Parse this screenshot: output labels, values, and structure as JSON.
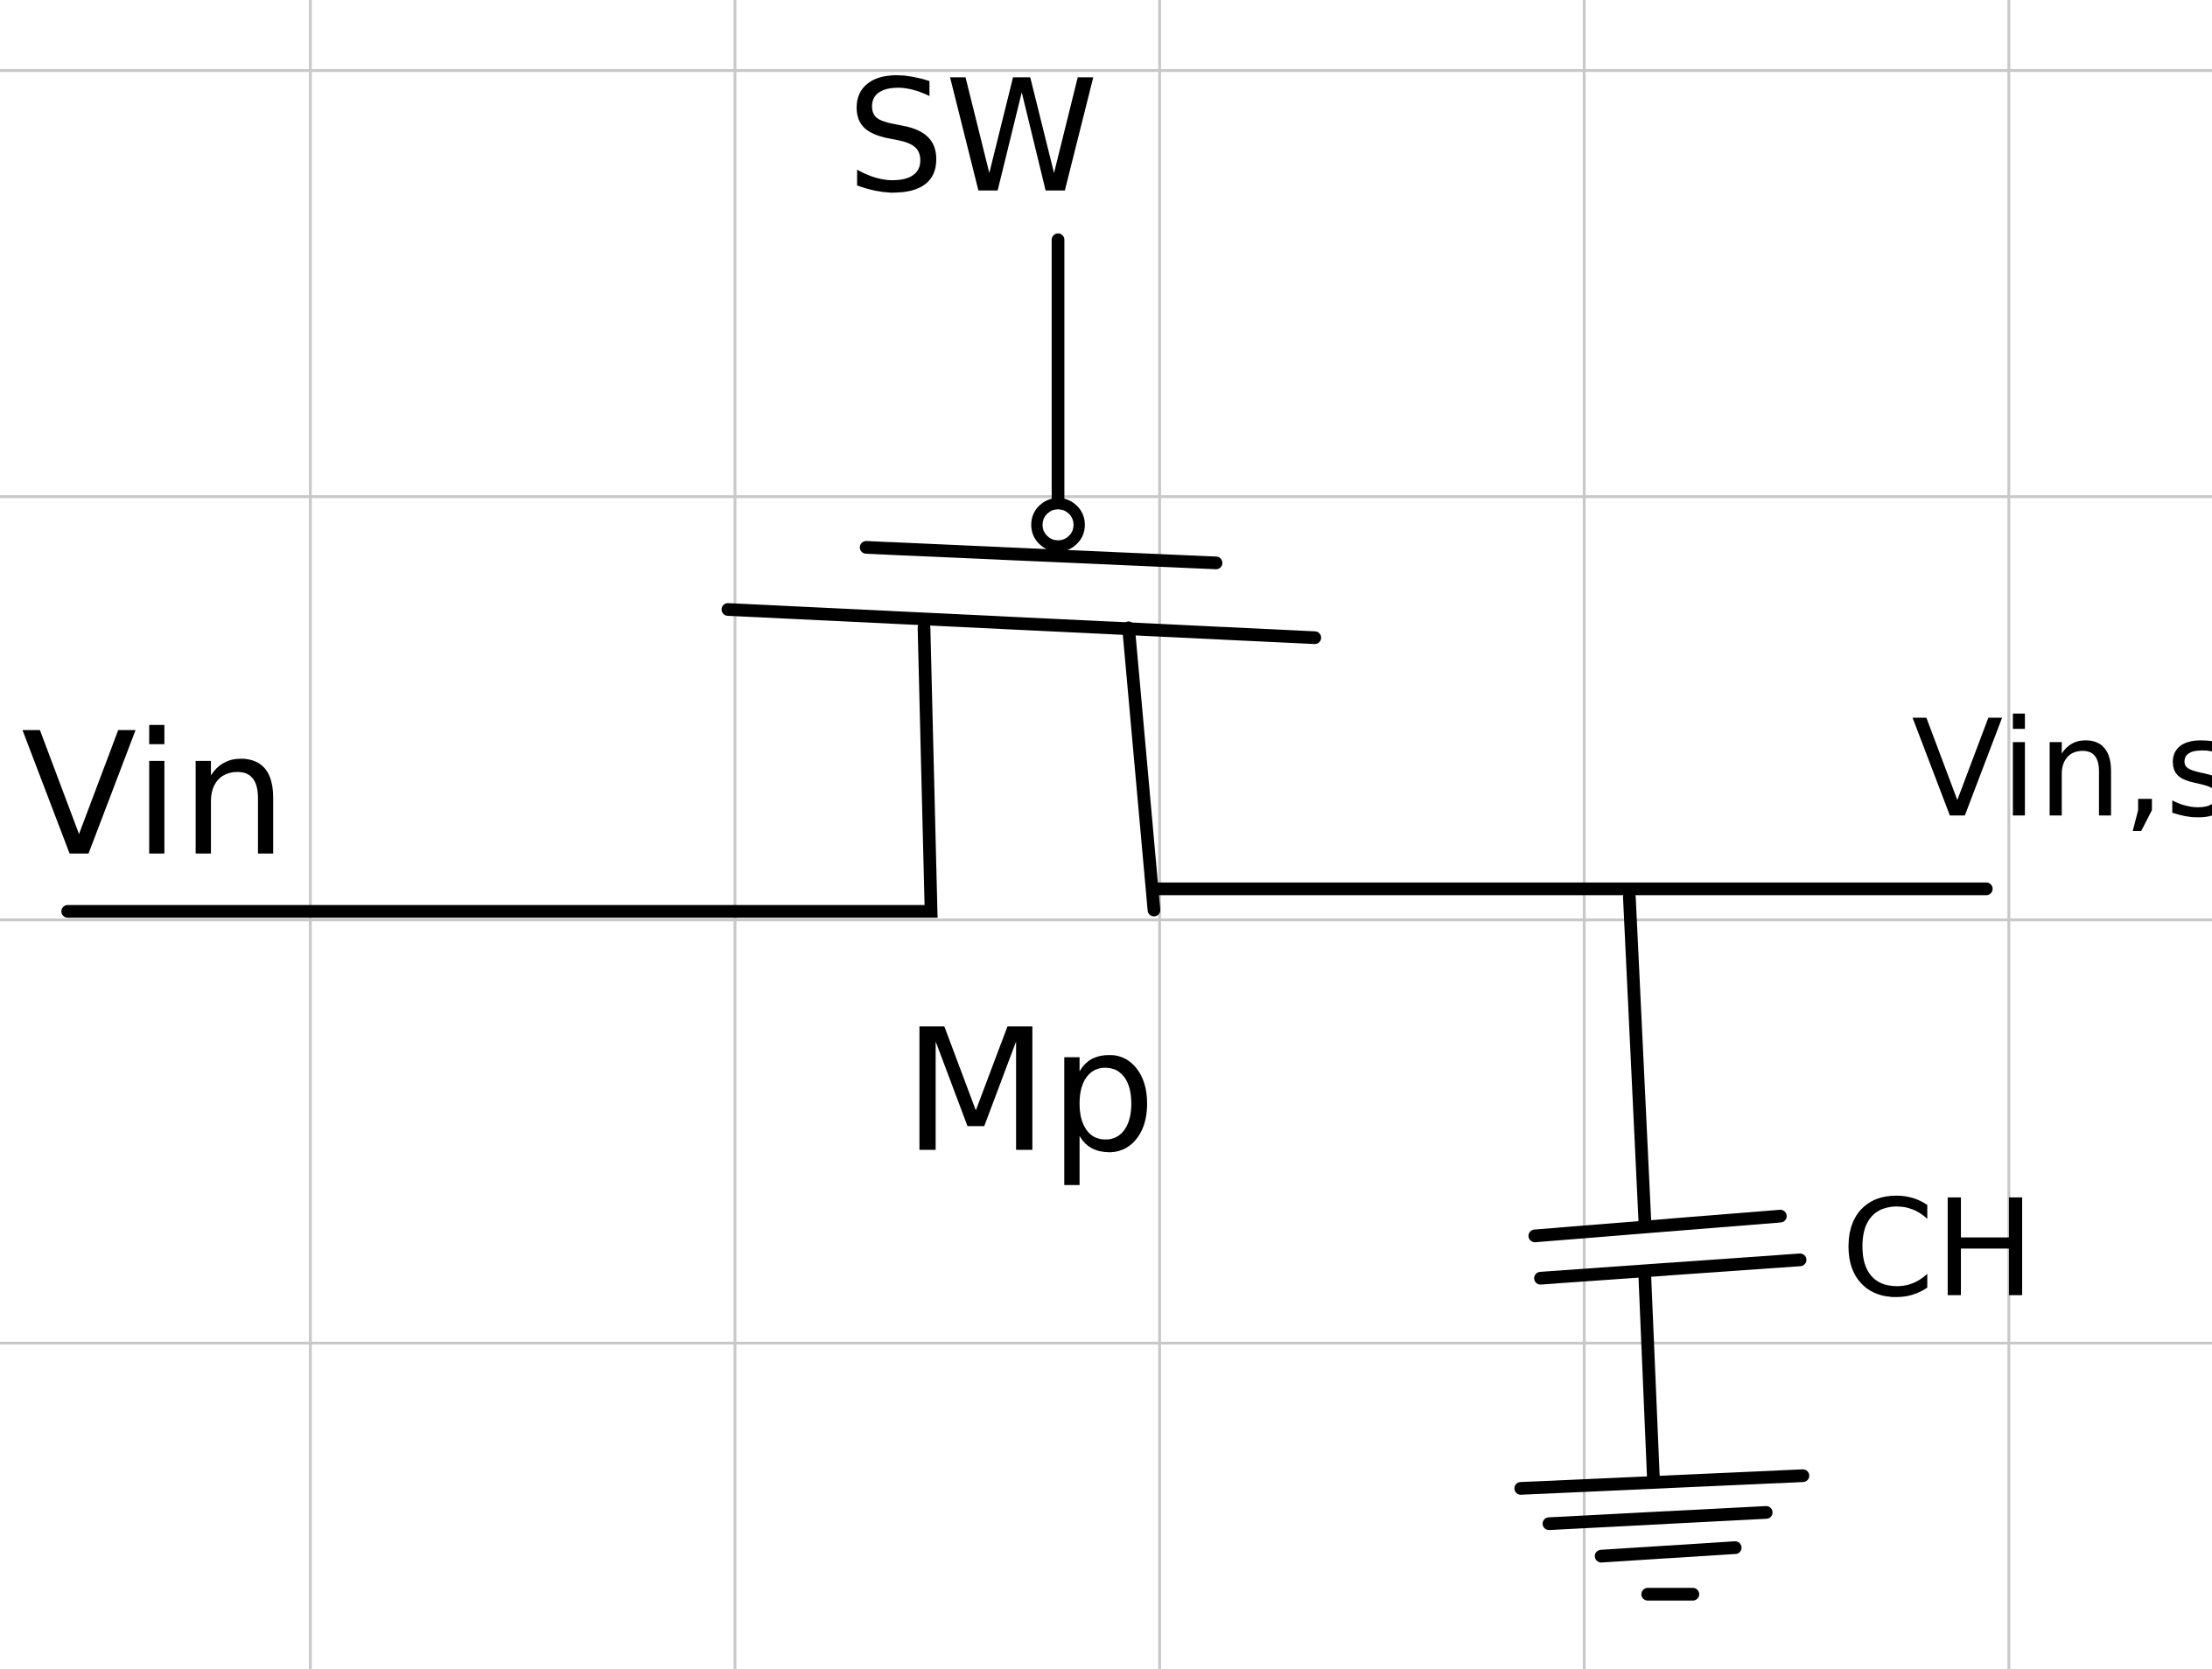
{
  "labels": {
    "gate": "SW",
    "input": "Vin",
    "output": "Vin,s",
    "transistor": "Mp",
    "capacitor": "CH"
  },
  "colors": {
    "ink": "#000000",
    "grid": "#c8c8c8",
    "background": "#ffffff"
  }
}
